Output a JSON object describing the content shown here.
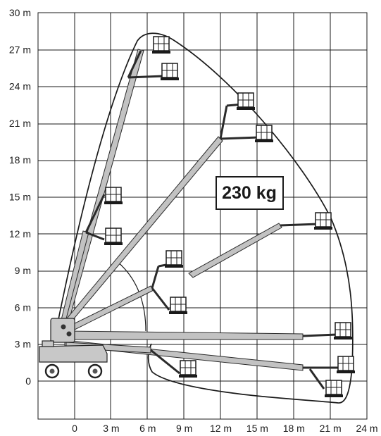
{
  "y_axis": {
    "ticks": [
      {
        "value": 30,
        "label": "30 m"
      },
      {
        "value": 27,
        "label": "27 m"
      },
      {
        "value": 24,
        "label": "24 m"
      },
      {
        "value": 21,
        "label": "21 m"
      },
      {
        "value": 18,
        "label": "18 m"
      },
      {
        "value": 15,
        "label": "15 m"
      },
      {
        "value": 12,
        "label": "12 m"
      },
      {
        "value": 9,
        "label": "9 m"
      },
      {
        "value": 6,
        "label": "6 m"
      },
      {
        "value": 3,
        "label": "3 m"
      },
      {
        "value": 0,
        "label": "0"
      }
    ]
  },
  "x_axis": {
    "ticks": [
      {
        "value": 0,
        "label": "0"
      },
      {
        "value": 3,
        "label": "3 m"
      },
      {
        "value": 6,
        "label": "6 m"
      },
      {
        "value": 9,
        "label": "9 m"
      },
      {
        "value": 12,
        "label": "12 m"
      },
      {
        "value": 15,
        "label": "15 m"
      },
      {
        "value": 18,
        "label": "18 m"
      },
      {
        "value": 21,
        "label": "21 m"
      },
      {
        "value": 24,
        "label": "24 m"
      }
    ]
  },
  "load_label": "230 kg",
  "colors": {
    "boom_fill": "#c2c2c2",
    "outline": "#1a1a1a",
    "background": "#ffffff"
  }
}
